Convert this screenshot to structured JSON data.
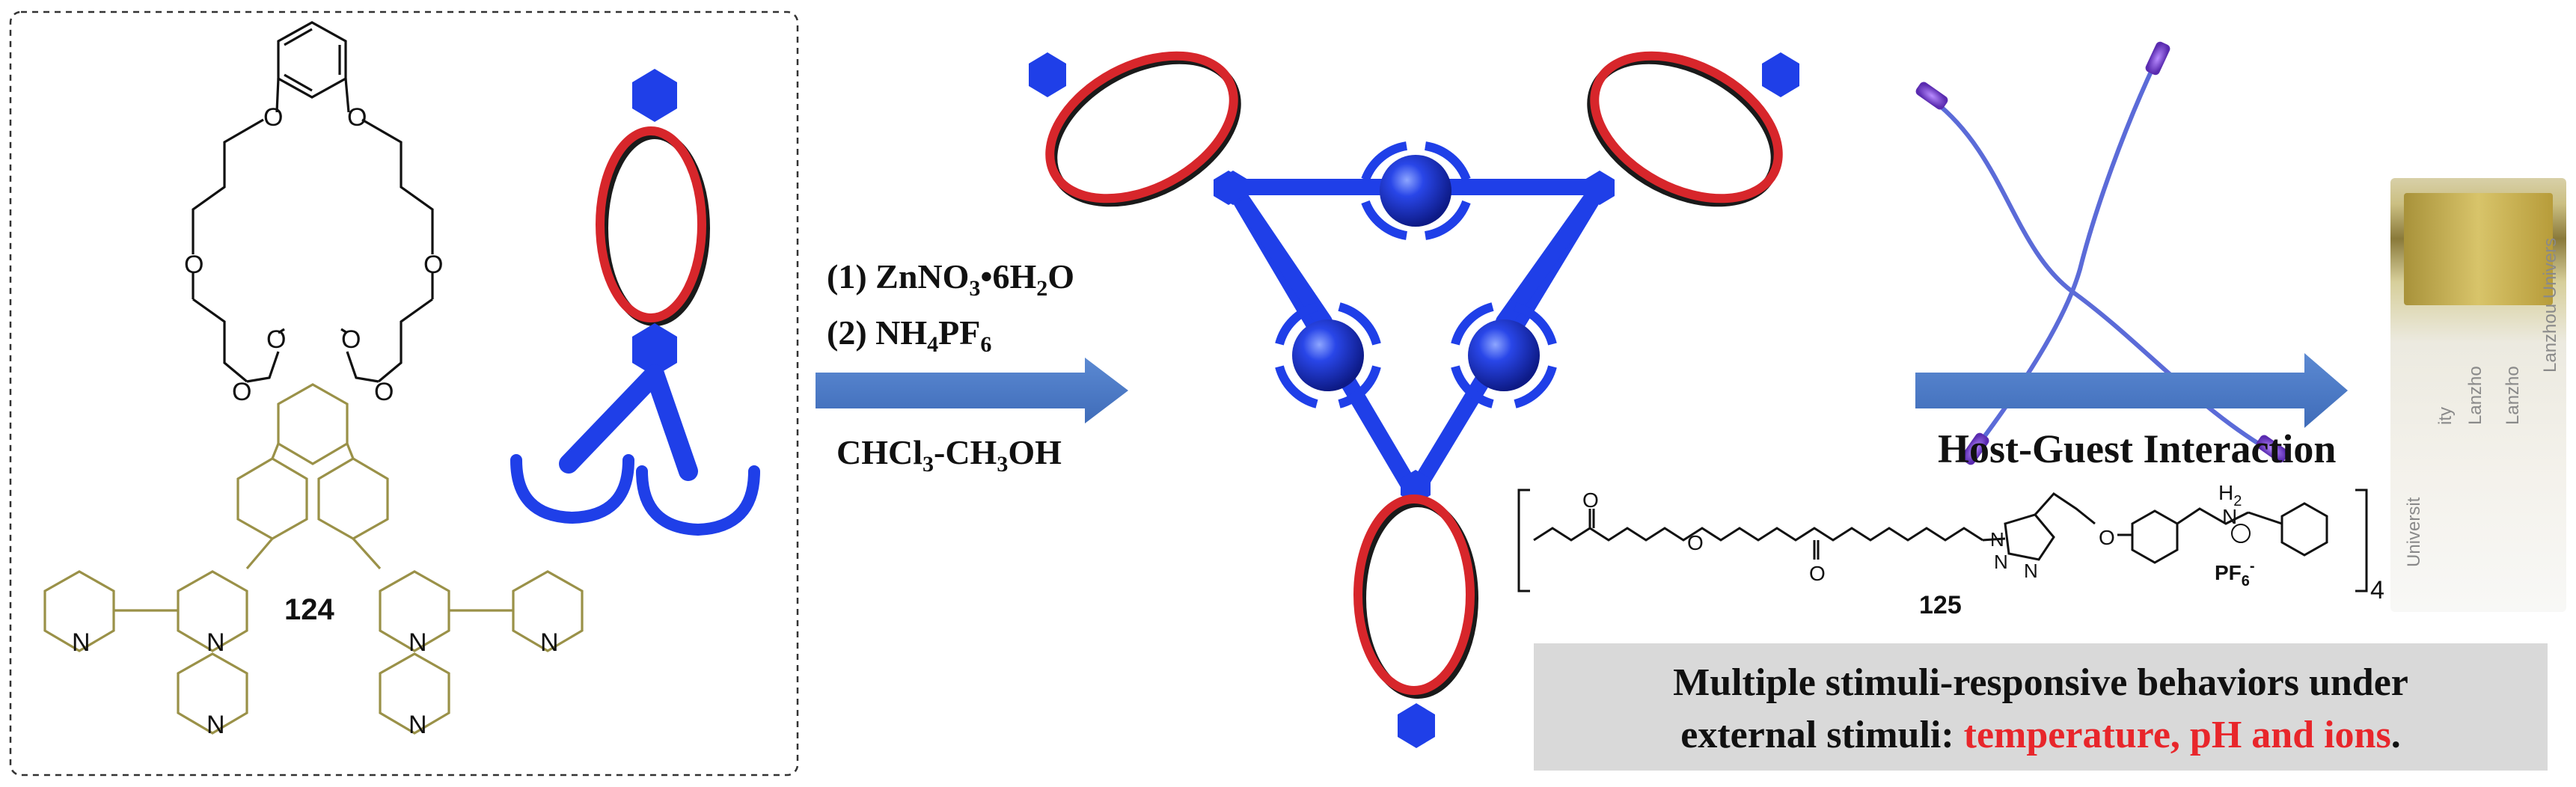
{
  "molecule_left": {
    "compound_number": "124",
    "oxygen_label": "O",
    "nitrogen_label": "N"
  },
  "reaction": {
    "step1": "(1) ZnNO",
    "step1_sub1": "3",
    "step1_tail": "•6H",
    "step1_sub2": "2",
    "step1_end": "O",
    "step2": "(2) NH",
    "step2_sub1": "4",
    "step2_mid": "PF",
    "step2_sub2": "6",
    "solvent_a": "CHCl",
    "solvent_sub1": "3",
    "solvent_b": "-CH",
    "solvent_sub2": "3",
    "solvent_c": "OH"
  },
  "host_guest": {
    "label": "Host-Guest Interaction"
  },
  "guest_polymer": {
    "compound_number": "125",
    "ammonium_h": "H",
    "ammonium_h_sub": "2",
    "ammonium_n": "N",
    "counter_ion": "PF",
    "counter_ion_sub": "6",
    "counter_ion_charge": "-",
    "repeat_subscript": "4",
    "oxygen_label": "O",
    "nitrogen_label": "N"
  },
  "caption": {
    "line1": "Multiple stimuli-responsive behaviors under",
    "line2_prefix": "external stimuli: ",
    "line2_highlight": "temperature, pH and ions",
    "line2_suffix": "."
  },
  "photo": {
    "vial_text": "Lanzhou Univers",
    "vial_text_b": "Lanzho",
    "vial_text_c": "ity",
    "vial_text_d": "Universit"
  },
  "colors": {
    "blue": "#1f3fe8",
    "red": "#d7262b",
    "olive": "#9a9148",
    "arrow": "#4a79c4",
    "highlight_text": "#e8262b"
  }
}
